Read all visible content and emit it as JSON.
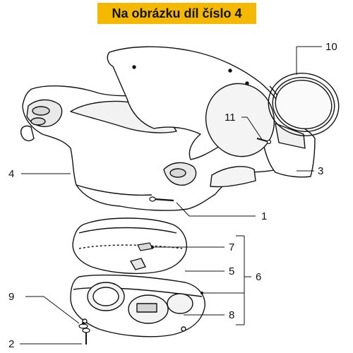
{
  "banner": {
    "title": "Na obrázku díl číslo 4",
    "color": "#f5b800"
  },
  "callouts": {
    "n1": "1",
    "n2": "2",
    "n3": "3",
    "n4": "4",
    "n5": "5",
    "n6": "6",
    "n7": "7",
    "n8": "8",
    "n9": "9",
    "n10": "10",
    "n11": "11"
  }
}
